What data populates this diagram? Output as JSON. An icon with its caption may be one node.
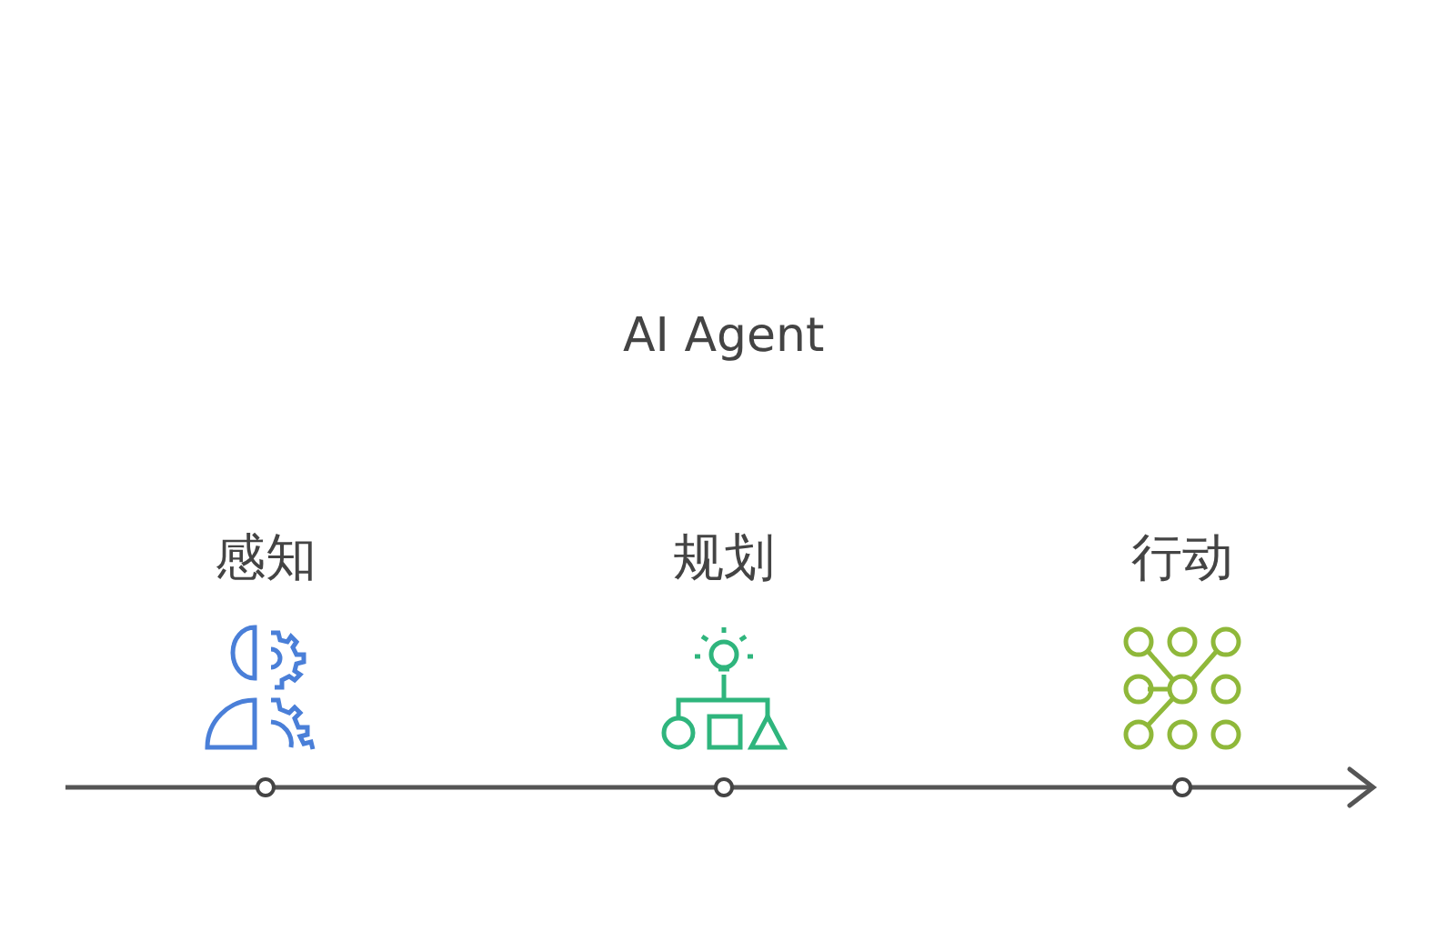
{
  "diagram": {
    "title": "AI Agent",
    "labels": [
      "感知",
      "规划",
      "行动"
    ]
  }
}
